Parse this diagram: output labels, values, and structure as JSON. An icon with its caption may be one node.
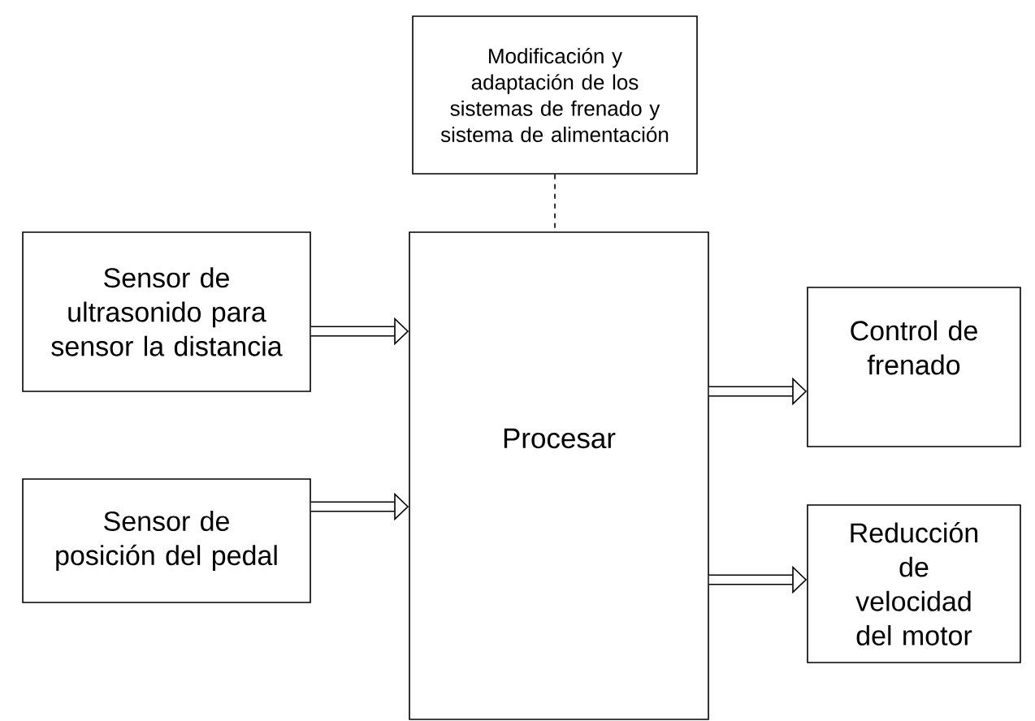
{
  "diagram": {
    "nodes": [
      {
        "text": [
          "Modificación y adaptación de los sistemas de frenado y sistema de alimentación"
        ]
      },
      {
        "text": [
          "Sensor de ultrasonido para sensor la distancia"
        ]
      },
      {
        "text": [
          "Procesar"
        ]
      },
      {
        "text": [
          "Control de frenado"
        ]
      },
      {
        "text": [
          "Sensor de posición del pedal"
        ]
      },
      {
        "text": [
          "Reducción de velocidad del motor"
        ]
      }
    ],
    "edges": [
      {
        "from": 0,
        "to": 2,
        "arrow": "none",
        "style": "dashed"
      },
      {
        "from": 1,
        "to": 2,
        "arrow": "to"
      },
      {
        "from": 4,
        "to": 2,
        "arrow": "to"
      },
      {
        "from": 2,
        "to": 3,
        "arrow": "to"
      },
      {
        "from": 2,
        "to": 5,
        "arrow": "to"
      }
    ]
  }
}
